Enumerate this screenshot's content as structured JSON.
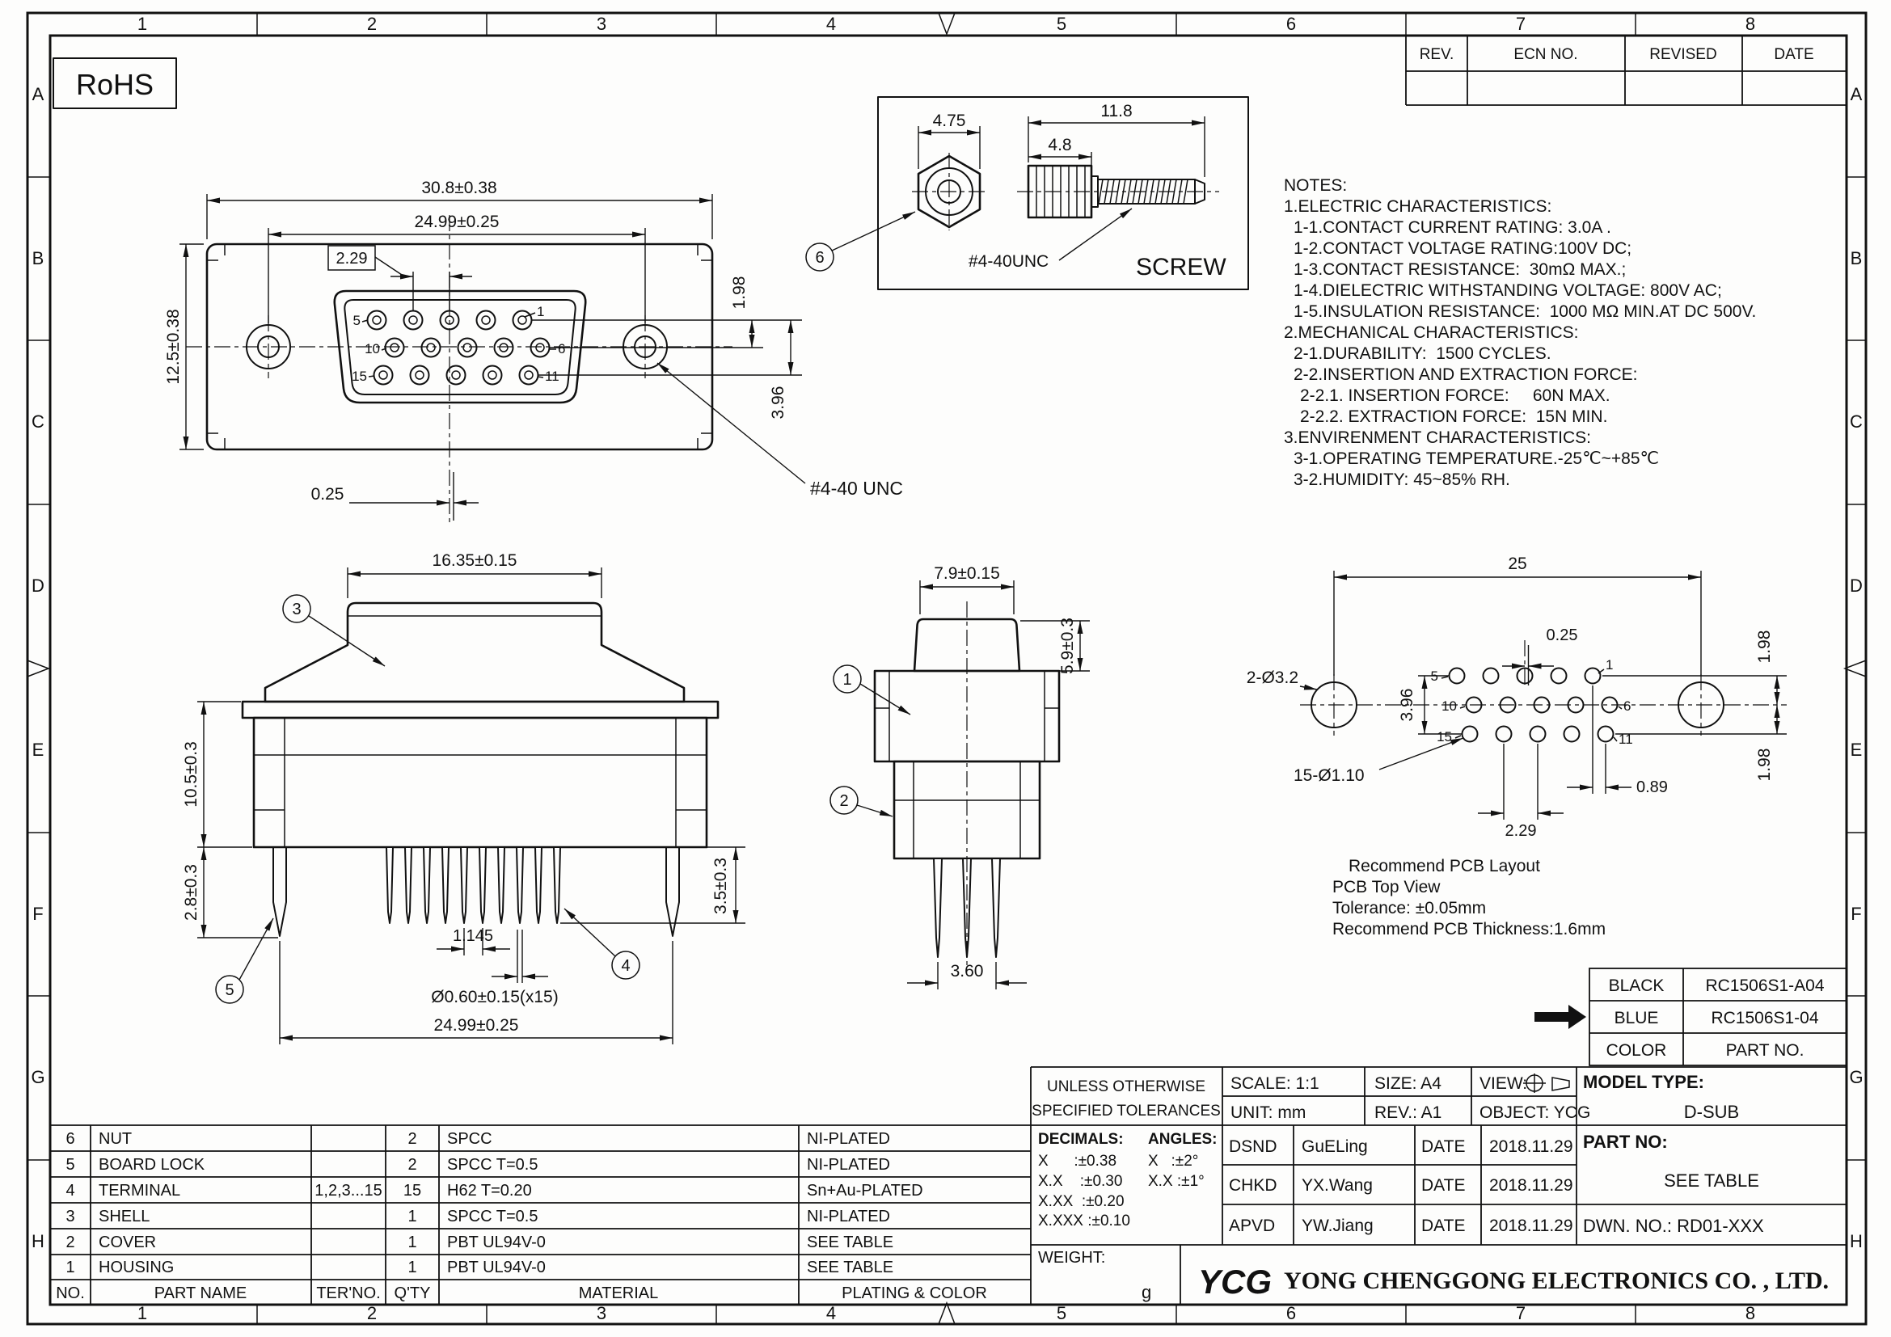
{
  "rohs": "RoHS",
  "frame": {
    "cols": [
      "1",
      "2",
      "3",
      "4",
      "5",
      "6",
      "7",
      "8"
    ],
    "rows": [
      "A",
      "B",
      "C",
      "D",
      "E",
      "F",
      "G",
      "H"
    ]
  },
  "rev_table": {
    "headers": [
      "REV.",
      "ECN NO.",
      "REVISED",
      "DATE"
    ]
  },
  "notes": {
    "lines": [
      "NOTES:",
      "1.ELECTRIC CHARACTERISTICS:",
      "1-1.CONTACT CURRENT RATING: 3.0A .",
      "1-2.CONTACT VOLTAGE RATING:100V DC;",
      "1-3.CONTACT RESISTANCE:  30mΩ MAX.;",
      "1-4.DIELECTRIC WITHSTANDING VOLTAGE: 800V AC;",
      "1-5.INSULATION RESISTANCE:  1000 MΩ MIN.AT DC 500V.",
      "2.MECHANICAL CHARACTERISTICS:",
      "2-1.DURABILITY:  1500 CYCLES.",
      "2-2.INSERTION AND EXTRACTION FORCE:",
      "2-2.1. INSERTION FORCE:     60N MAX.",
      "2-2.2. EXTRACTION FORCE:  15N MIN.",
      "3.ENVIRENMENT CHARACTERISTICS:",
      "3-1.OPERATING TEMPERATURE.-25℃~+85℃",
      "3-2.HUMIDITY: 45~85% RH."
    ]
  },
  "front_view": {
    "dim_flange_width": "30.8±0.38",
    "dim_hole_span": "24.99±0.25",
    "dim_pitch_boxed": "2.29",
    "dim_height": "12.5±0.38",
    "dim_offset": "0.25",
    "dim_row_gap": "1.98",
    "dim_row_span": "3.96",
    "thread_callout": "#4-40 UNC",
    "pin_1": "1",
    "pin_5": "5",
    "pin_6": "6",
    "pin_10": "10",
    "pin_11": "11",
    "pin_15": "15"
  },
  "screw": {
    "dim_nut_width": "4.75",
    "dim_total_len": "11.8",
    "dim_head_len": "4.8",
    "thread_callout": "#4-40UNC",
    "caption": "SCREW"
  },
  "balloons": {
    "housing": "1",
    "cover": "2",
    "shell": "3",
    "terminal": "4",
    "board_lock": "5",
    "nut": "6"
  },
  "side_view": {
    "dim_hood_width": "16.35±0.15",
    "dim_body_height": "10.5±0.3",
    "dim_lock_tail": "2.8±0.3",
    "dim_pin_pitch": "1.145",
    "dim_pin_dia": "Ø0.60±0.15(x15)",
    "dim_lock_span": "24.99±0.25",
    "dim_pin_len": "3.5±0.3"
  },
  "rear_view": {
    "dim_hood_width": "7.9±0.15",
    "dim_hood_height": "5.9±0.3",
    "dim_pin_span": "3.60"
  },
  "pcb": {
    "dim_hole_span": "25",
    "dim_offset": "0.25",
    "dim_row_gap_top": "1.98",
    "dim_row_gap_bottom": "1.98",
    "dim_row_span": "3.96",
    "callout_mount_holes": "2-Ø3.2",
    "callout_pin_holes": "15-Ø1.10",
    "dim_row3_offset": "0.89",
    "dim_pitch": "2.29",
    "pin_1": "1",
    "pin_5": "5",
    "pin_6": "6",
    "pin_10": "10",
    "pin_11": "11",
    "pin_15": "15",
    "caption": [
      "Recommend PCB Layout",
      "PCB Top View",
      "Tolerance: ±0.05mm",
      "Recommend PCB Thickness:1.6mm"
    ]
  },
  "part_table": {
    "rows": [
      [
        "BLACK",
        "RC1506S1-A04"
      ],
      [
        "BLUE",
        "RC1506S1-04"
      ],
      [
        "COLOR",
        "PART NO."
      ]
    ]
  },
  "bom": {
    "headers": [
      "NO.",
      "PART NAME",
      "TER'NO.",
      "Q'TY",
      "MATERIAL",
      "PLATING & COLOR"
    ],
    "rows": [
      [
        "6",
        "NUT",
        "",
        "2",
        "SPCC",
        "NI-PLATED"
      ],
      [
        "5",
        "BOARD LOCK",
        "",
        "2",
        "SPCC T=0.5",
        "NI-PLATED"
      ],
      [
        "4",
        "TERMINAL",
        "1,2,3...15",
        "15",
        "H62 T=0.20",
        "Sn+Au-PLATED"
      ],
      [
        "3",
        "SHELL",
        "",
        "1",
        "SPCC T=0.5",
        "NI-PLATED"
      ],
      [
        "2",
        "COVER",
        "",
        "1",
        "PBT UL94V-0",
        "SEE TABLE"
      ],
      [
        "1",
        "HOUSING",
        "",
        "1",
        "PBT UL94V-0",
        "SEE TABLE"
      ]
    ]
  },
  "title_block": {
    "tol_line1": "UNLESS OTHERWISE",
    "tol_line2": "SPECIFIED TOLERANCES",
    "decimals_label": "DECIMALS:",
    "angles_label": "ANGLES:",
    "dec_1": "X      :±0.38",
    "dec_2": "X.X    :±0.30",
    "dec_3": "X.XX  :±0.20",
    "dec_4": "X.XXX :±0.10",
    "ang_1": "X   :±2°",
    "ang_2": "X.X :±1°",
    "scale": "SCALE: 1:1",
    "size": "SIZE: A4",
    "view_label": "VIEW:",
    "unit": "UNIT: mm",
    "rev": "REV.: A1",
    "object": "OBJECT: YCG",
    "model_type_label": "MODEL TYPE:",
    "model_type_value": "D-SUB",
    "sign_rows": [
      [
        "DSND",
        "GuELing",
        "DATE",
        "2018.11.29"
      ],
      [
        "CHKD",
        "YX.Wang",
        "DATE",
        "2018.11.29"
      ],
      [
        "APVD",
        "YW.Jiang",
        "DATE",
        "2018.11.29"
      ]
    ],
    "part_no_label": "PART NO:",
    "part_no_value": "SEE TABLE",
    "dwn_no": "DWN. NO.: RD01-XXX",
    "weight_label": "WEIGHT:",
    "weight_unit": "g",
    "logo": "YCG",
    "company": "YONG CHENGGONG ELECTRONICS CO. , LTD."
  }
}
